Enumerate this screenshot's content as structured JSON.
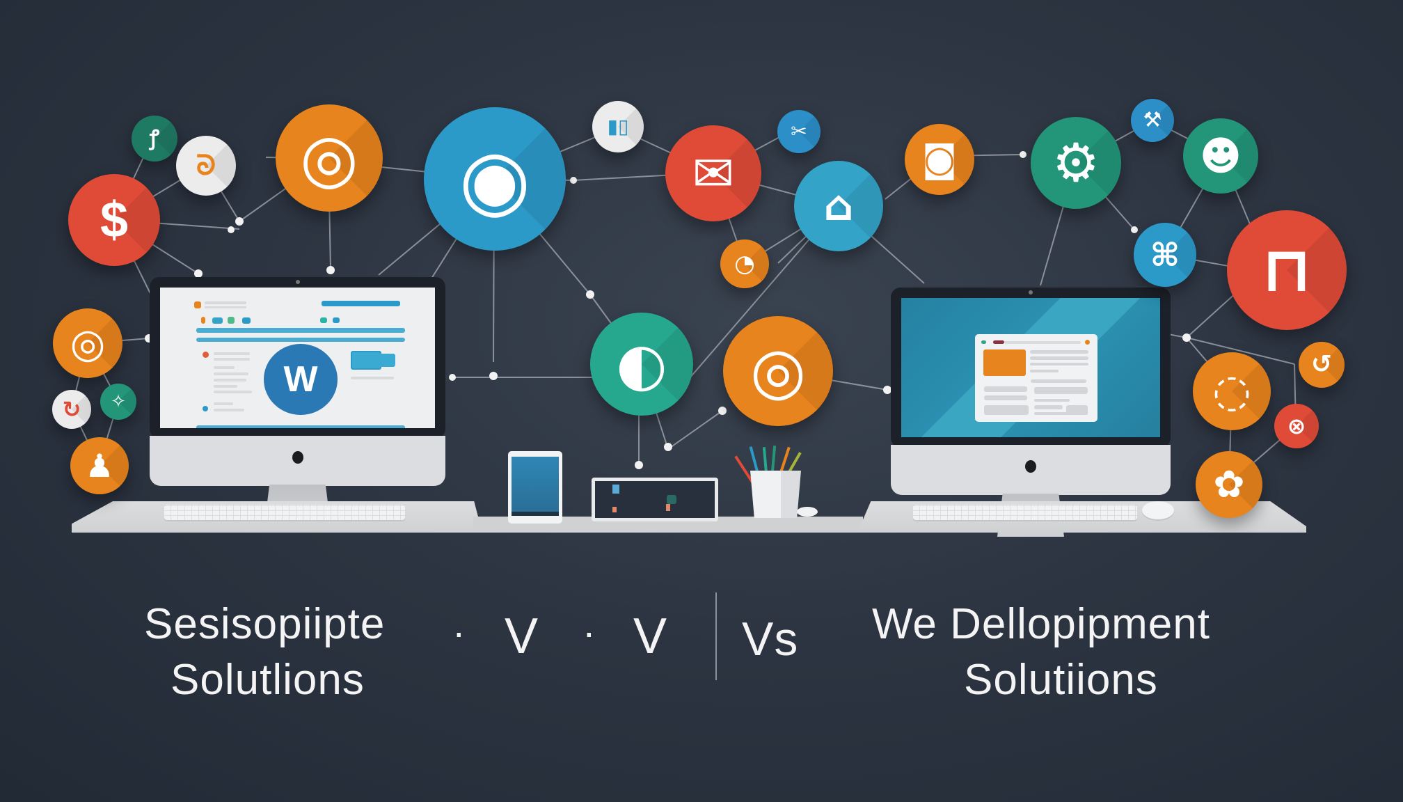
{
  "graphic": {
    "background_colors": {
      "top": "#252c38",
      "center": "#3a4350",
      "bottom": "#222a36"
    },
    "accent_colors": {
      "blue": "#2c9ac8",
      "orange": "#e8841e",
      "red": "#e04b38",
      "green": "#23967a",
      "teal": "#26a88e",
      "white": "#ececec"
    }
  },
  "headline": {
    "left_line1": "Sesisopiipte",
    "left_line2": "Solutlions",
    "middle_dot1": "·",
    "middle_v1": "V",
    "middle_dot2": "·",
    "middle_v2": "V",
    "middle_vs": "Vs",
    "right_line1": "We Dellopipment",
    "right_line2": "Solutiions"
  },
  "left_monitor": {
    "logo_letter": "W",
    "logo_color": "#2a78b4"
  },
  "right_monitor": {
    "screen_color": "#2a8fb0"
  },
  "icons": [
    {
      "name": "dollar-icon",
      "glyph": "$",
      "color": "#e04b38"
    },
    {
      "name": "stethoscope-icon",
      "glyph": "ꝭ",
      "color": "#1f7a64"
    },
    {
      "name": "swirl-icon",
      "glyph": "ᘐ",
      "color": "#ececec"
    },
    {
      "name": "target-pin-icon",
      "glyph": "◎",
      "color": "#e8841e"
    },
    {
      "name": "spiral-icon",
      "glyph": "◉",
      "color": "#2c9ac8"
    },
    {
      "name": "book-icon",
      "glyph": "▮▯",
      "color": "#ececec"
    },
    {
      "name": "mail-icon",
      "glyph": "✉",
      "color": "#e04b38"
    },
    {
      "name": "tool-icon",
      "glyph": "✂",
      "color": "#2c8fc8"
    },
    {
      "name": "card-icon",
      "glyph": "⌂",
      "color": "#33a3c8"
    },
    {
      "name": "tag-icon",
      "glyph": "◔",
      "color": "#e8841e"
    },
    {
      "name": "camera-icon",
      "glyph": "◙",
      "color": "#e8841e"
    },
    {
      "name": "gear-icon",
      "glyph": "⚙",
      "color": "#23967a"
    },
    {
      "name": "wrench-icon",
      "glyph": "⚒",
      "color": "#2c8fc8"
    },
    {
      "name": "face-icon",
      "glyph": "☻",
      "color": "#23967a"
    },
    {
      "name": "globe-bag-icon",
      "glyph": "⌘",
      "color": "#2c9ac8"
    },
    {
      "name": "shopping-bag-icon",
      "glyph": "⊓",
      "color": "#e04b38"
    },
    {
      "name": "search-eye-icon",
      "glyph": "◎",
      "color": "#e8841e"
    },
    {
      "name": "refresh-icon",
      "glyph": "↻",
      "color": "#ececec"
    },
    {
      "name": "spark-icon",
      "glyph": "✧",
      "color": "#23967a"
    },
    {
      "name": "user-icon",
      "glyph": "♟",
      "color": "#e8841e"
    },
    {
      "name": "chat-green-icon",
      "glyph": "◐",
      "color": "#26a88e"
    },
    {
      "name": "chat-orange-icon",
      "glyph": "◎",
      "color": "#e8841e"
    },
    {
      "name": "ubuntu-icon",
      "glyph": "◌",
      "color": "#e8841e"
    },
    {
      "name": "loop-icon",
      "glyph": "↺",
      "color": "#e8841e"
    },
    {
      "name": "link-icon",
      "glyph": "⊗",
      "color": "#e04b38"
    },
    {
      "name": "puzzle-icon",
      "glyph": "✿",
      "color": "#e8841e"
    }
  ]
}
